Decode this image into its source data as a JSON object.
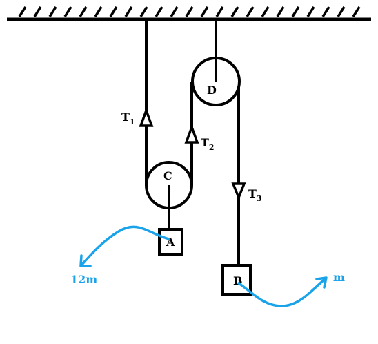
{
  "diagram": {
    "pulleys": {
      "upper": {
        "label": "D"
      },
      "lower": {
        "label": "C"
      }
    },
    "blocks": {
      "left": {
        "label": "A"
      },
      "right": {
        "label": "B"
      }
    },
    "tensions": [
      {
        "symbol": "T",
        "subscript": "1",
        "direction": "up"
      },
      {
        "symbol": "T",
        "subscript": "2",
        "direction": "up"
      },
      {
        "symbol": "T",
        "subscript": "3",
        "direction": "down"
      }
    ],
    "mass_labels": {
      "left": "12m",
      "right": "m"
    },
    "colors": {
      "ink": "#000000",
      "annotation": "#1aa3e8",
      "background": "#ffffff"
    }
  }
}
